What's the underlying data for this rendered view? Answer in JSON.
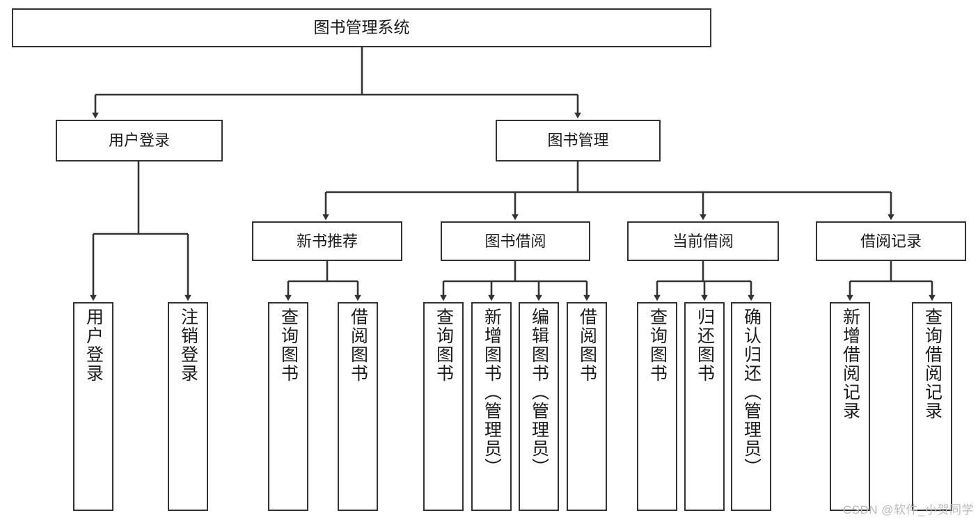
{
  "diagram": {
    "title": "图书管理系统",
    "type": "tree-hierarchy",
    "stroke_color": "#333333",
    "fill_color": "#ffffff",
    "text_color": "#1a1a1a"
  },
  "root": {
    "label": "图书管理系统"
  },
  "level2": [
    {
      "label": "用户登录"
    },
    {
      "label": "图书管理"
    }
  ],
  "level3": [
    {
      "label": "新书推荐"
    },
    {
      "label": "图书借阅"
    },
    {
      "label": "当前借阅"
    },
    {
      "label": "借阅记录"
    }
  ],
  "leaves": {
    "user_login": [
      {
        "label": "用户登录"
      },
      {
        "label": "注销登录"
      }
    ],
    "new_book_recommend": [
      {
        "label": "查询图书"
      },
      {
        "label": "借阅图书"
      }
    ],
    "book_borrow": [
      {
        "label": "查询图书"
      },
      {
        "label": "新增图书（管理员）"
      },
      {
        "label": "编辑图书（管理员）"
      },
      {
        "label": "借阅图书"
      }
    ],
    "current_borrow": [
      {
        "label": "查询图书"
      },
      {
        "label": "归还图书"
      },
      {
        "label": "确认归还（管理员）"
      }
    ],
    "borrow_records": [
      {
        "label": "新增借阅记录"
      },
      {
        "label": "查询借阅记录"
      }
    ]
  },
  "watermark": {
    "text": "CSDN @软件_小贺同学"
  }
}
